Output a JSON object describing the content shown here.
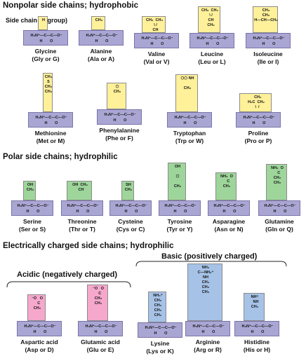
{
  "sections": {
    "nonpolar": "Nonpolar side chains; hydrophobic",
    "polar": "Polar side chains; hydrophilic",
    "charged": "Electrically charged side chains; hydrophilic"
  },
  "labels": {
    "side_chain": "Side chain (R group)",
    "acidic": "Acidic (negatively charged)",
    "basic": "Basic (positively charged)"
  },
  "backbone": {
    "top": "H",
    "middle": "H₃N⁺—C—C—O⁻",
    "bottom": "H       O"
  },
  "colors": {
    "backbone": "#aaa6d4",
    "nonpolar": "#fff09a",
    "polar": "#9ed59a",
    "acidic": "#f5a8cc",
    "basic": "#a6c2e6"
  },
  "amino_acids": [
    {
      "name": "Glycine",
      "abbr": "(Gly or G)",
      "side": "H",
      "class": "nonpolar"
    },
    {
      "name": "Alanine",
      "abbr": "(Ala or A)",
      "side": "CH₃",
      "class": "nonpolar"
    },
    {
      "name": "Valine",
      "abbr": "(Val or V)",
      "side": "CH₃  CH₃\n  \\ /\n  CH",
      "class": "nonpolar"
    },
    {
      "name": "Leucine",
      "abbr": "(Leu or  L)",
      "side": "CH₃  CH₃\n  \\ /\n  CH\n  CH₂",
      "class": "nonpolar"
    },
    {
      "name": "Isoleucine",
      "abbr": "(Ile or I)",
      "side": "CH₃\nCH₂\nH—CH—CH₃",
      "class": "nonpolar"
    },
    {
      "name": "Methionine",
      "abbr": "(Met or M)",
      "side": "CH₃\nS\nCH₂\nCH₂",
      "class": "nonpolar"
    },
    {
      "name": "Phenylalanine",
      "abbr": "(Phe or F)",
      "side": "⬡\nCH₂",
      "class": "nonpolar"
    },
    {
      "name": "Tryptophan",
      "abbr": "(Trp or W)",
      "side": "⬡⬠ NH\n\nCH₂",
      "class": "nonpolar"
    },
    {
      "name": "Proline",
      "abbr": "(Pro or P)",
      "side": "   CH₂\nH₂C  CH₂\n  \\  /",
      "class": "nonpolar"
    },
    {
      "name": "Serine",
      "abbr": "(Ser or S)",
      "side": "OH\nCH₂",
      "class": "polar"
    },
    {
      "name": "Threonine",
      "abbr": "(Thr or T)",
      "side": "OH  CH₃\n  CH",
      "class": "polar"
    },
    {
      "name": "Cysteine",
      "abbr": "(Cys or C)",
      "side": "SH\nCH₂",
      "class": "polar"
    },
    {
      "name": "Tyrosine",
      "abbr": "(Tyr or Y)",
      "side": "OH\n\n⬡\n\nCH₂",
      "class": "polar"
    },
    {
      "name": "Asparagine",
      "abbr": "(Asn or N)",
      "side": "NH₂  O\n   C\nCH₂",
      "class": "polar"
    },
    {
      "name": "Glutamine",
      "abbr": "(Gln or Q)",
      "side": "NH₂  O\n   C\nCH₂\nCH₂",
      "class": "polar"
    },
    {
      "name": "Aspartic acid",
      "abbr": "(Asp or D)",
      "side": "⁻O   O\n   C\nCH₂",
      "class": "acidic"
    },
    {
      "name": "Glutamic acid",
      "abbr": "(Glu or E)",
      "side": "⁻O   O\n   C\nCH₂\nCH₂",
      "class": "acidic"
    },
    {
      "name": "Lysine",
      "abbr": "(Lys or K)",
      "side": "NH₃⁺\nCH₂\nCH₂\nCH₂\nCH₂",
      "class": "basic"
    },
    {
      "name": "Arginine",
      "abbr": "(Arg or R)",
      "side": "NH₂\nC—NH₂⁺\nNH\nCH₂\nCH₂\nCH₂",
      "class": "basic"
    },
    {
      "name": "Histidine",
      "abbr": "(His or H)",
      "side": "NH⁺\n  NH\nCH₂",
      "class": "basic"
    }
  ]
}
